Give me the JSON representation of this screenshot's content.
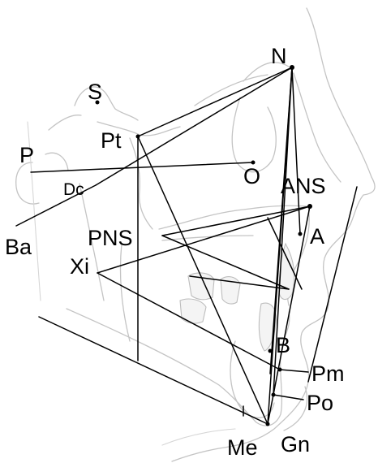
{
  "labels": {
    "N": "N",
    "S": "S",
    "Pt": "Pt",
    "P": "P",
    "O": "O",
    "Dc": "Dc",
    "Ba": "Ba",
    "ANS": "ANS",
    "PNS": "PNS",
    "A": "A",
    "Xi": "Xi",
    "B": "B",
    "Pm": "Pm",
    "Po": "Po",
    "Me": "Me",
    "Gn": "Gn"
  },
  "colors": {
    "lines": "#000000",
    "sketch": "#c4c4c4",
    "background": "#ffffff"
  }
}
